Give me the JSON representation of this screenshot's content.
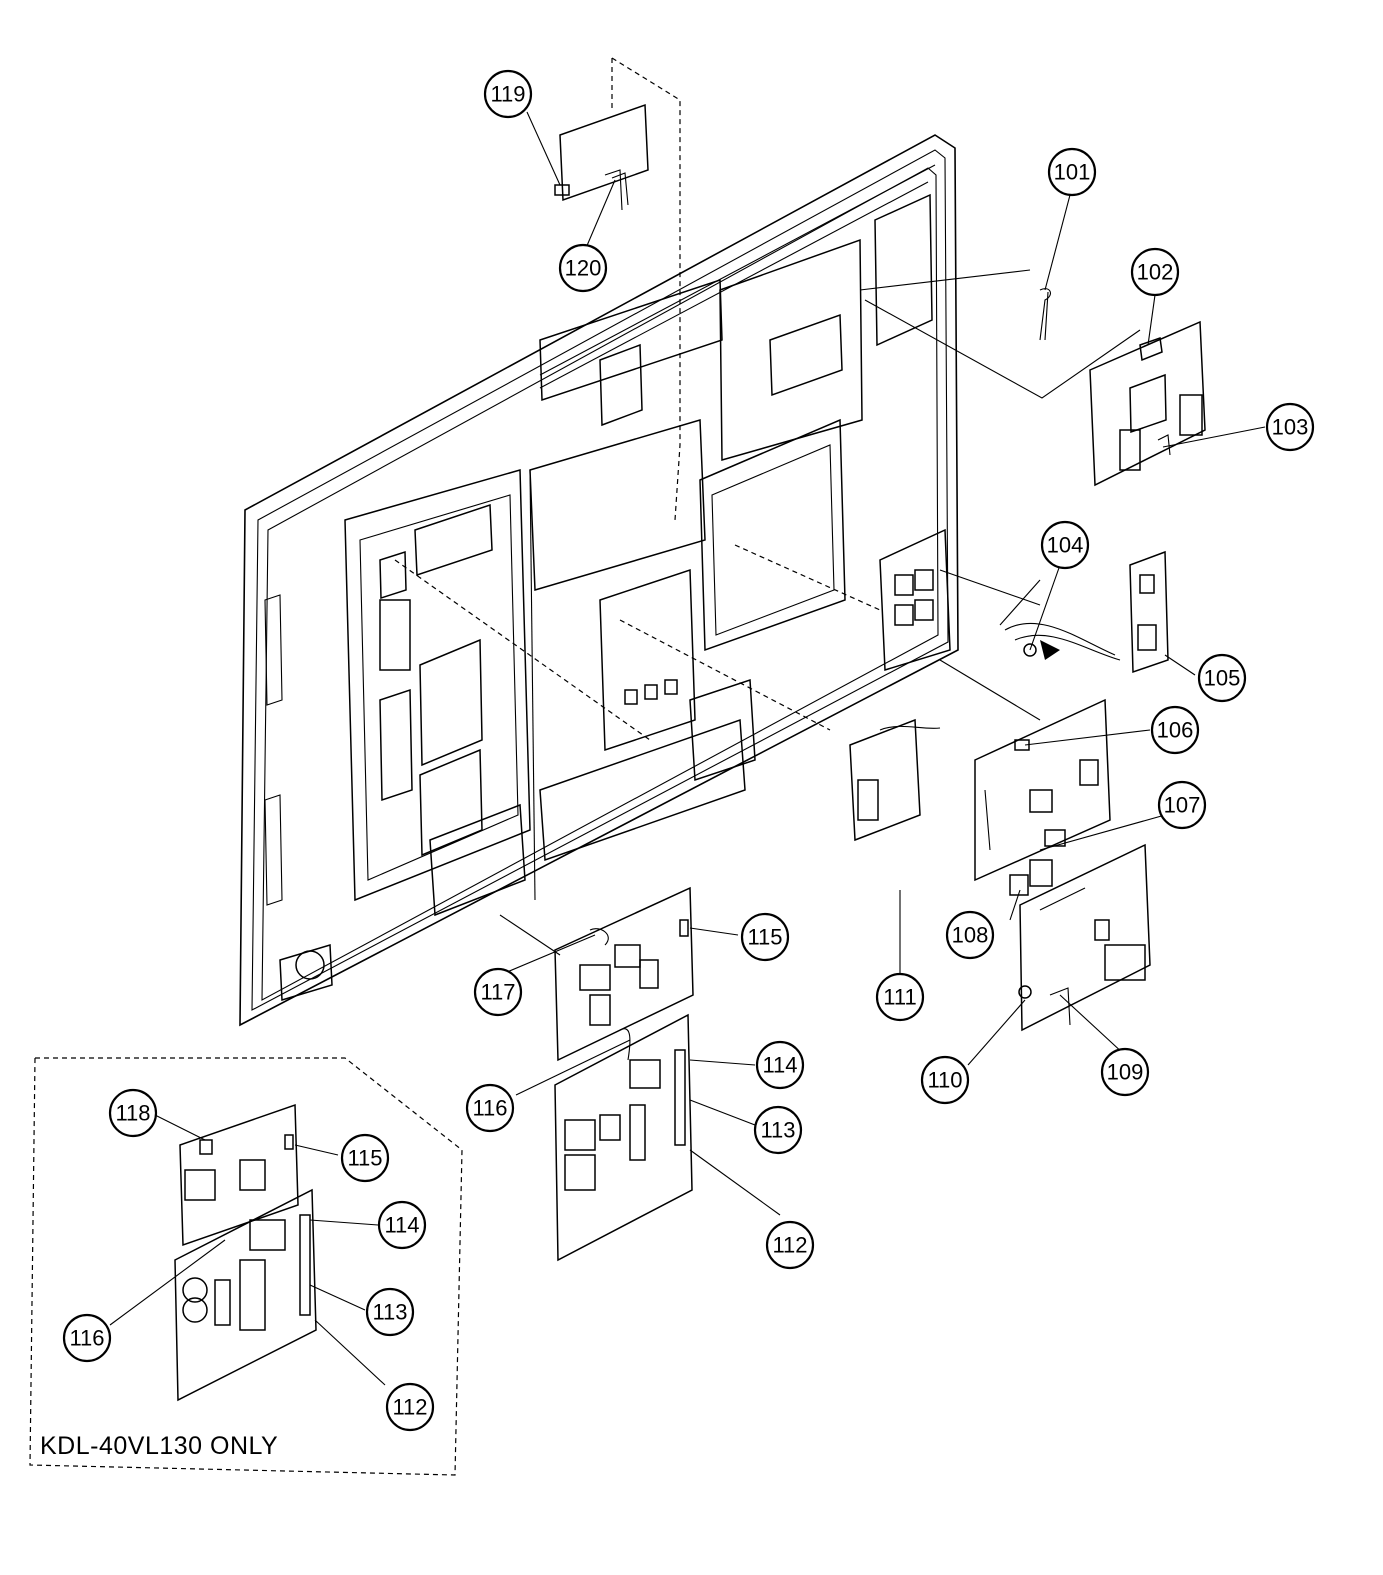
{
  "callouts": [
    {
      "id": "101",
      "label": "101"
    },
    {
      "id": "102",
      "label": "102"
    },
    {
      "id": "103",
      "label": "103"
    },
    {
      "id": "104",
      "label": "104"
    },
    {
      "id": "105",
      "label": "105"
    },
    {
      "id": "106",
      "label": "106"
    },
    {
      "id": "107",
      "label": "107"
    },
    {
      "id": "108",
      "label": "108"
    },
    {
      "id": "109",
      "label": "109"
    },
    {
      "id": "110",
      "label": "110"
    },
    {
      "id": "111",
      "label": "111"
    },
    {
      "id": "112a",
      "label": "112"
    },
    {
      "id": "113a",
      "label": "113"
    },
    {
      "id": "114a",
      "label": "114"
    },
    {
      "id": "115a",
      "label": "115"
    },
    {
      "id": "116a",
      "label": "116"
    },
    {
      "id": "117",
      "label": "117"
    },
    {
      "id": "119",
      "label": "119"
    },
    {
      "id": "120",
      "label": "120"
    },
    {
      "id": "118",
      "label": "118"
    },
    {
      "id": "115b",
      "label": "115"
    },
    {
      "id": "114b",
      "label": "114"
    },
    {
      "id": "116b",
      "label": "116"
    },
    {
      "id": "113b",
      "label": "113"
    },
    {
      "id": "112b",
      "label": "112"
    }
  ],
  "variant_box": {
    "label": "KDL-40VL130 ONLY"
  }
}
